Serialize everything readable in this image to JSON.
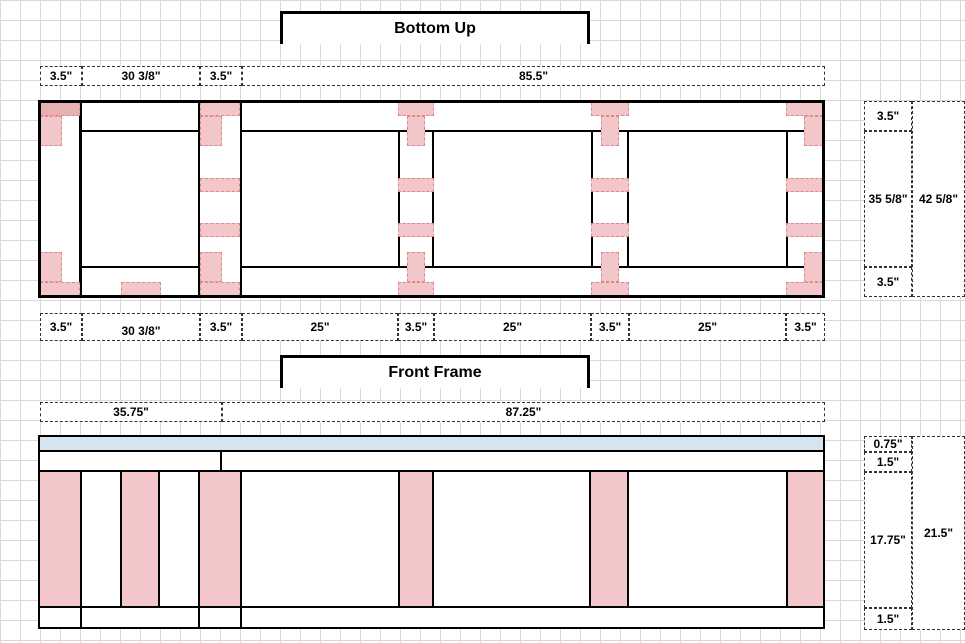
{
  "bottom_up": {
    "title": "Bottom Up",
    "top_dims": [
      "3.5\"",
      "30 3/8\"",
      "3.5\"",
      "85.5\""
    ],
    "bottom_dims": [
      "3.5\"",
      "30 3/8\"",
      "3.5\"",
      "25\"",
      "3.5\"",
      "25\"",
      "3.5\"",
      "25\"",
      "3.5\""
    ],
    "side_dims": [
      "3.5\"",
      "35 5/8\"",
      "3.5\"",
      "42 5/8\""
    ]
  },
  "front_frame": {
    "title": "Front Frame",
    "top_dims": [
      "35.75\"",
      "87.25\""
    ],
    "side_dims": [
      "0.75\"",
      "1.5\"",
      "17.75\"",
      "1.5\"",
      "21.5\""
    ]
  },
  "colors": {
    "stud": "#f3c7c9",
    "top_board": "#d6e4ef",
    "grid": "#d9d9d9"
  }
}
